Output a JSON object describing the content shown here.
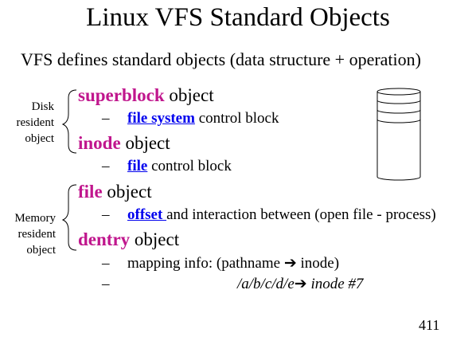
{
  "title": "Linux VFS  Standard Objects",
  "subtitle": "VFS defines standard objects (data structure + operation)",
  "groups": {
    "disk": {
      "line1": "Disk",
      "line2": "resident",
      "line3": "object"
    },
    "memory": {
      "line1": "Memory",
      "line2": "resident",
      "line3": "object"
    }
  },
  "items": {
    "superblock": {
      "keyword": "superblock",
      "suffix": " object",
      "sub_dash": "–",
      "sub_link": "file system",
      "sub_text": " control block"
    },
    "inode": {
      "keyword": "inode",
      "suffix": " object",
      "sub_dash": "–",
      "sub_link": "file",
      "sub_text": " control block"
    },
    "file": {
      "keyword": "file",
      "suffix": " object",
      "sub_dash": "–",
      "sub_link": "offset ",
      "sub_text": "and interaction between (open file - process)"
    },
    "dentry": {
      "keyword": "dentry",
      "suffix": " object",
      "sub1_dash": "–",
      "sub1_text": "mapping info:   (pathname ",
      "sub1_arrow": "➔",
      "sub1_end": "  inode)",
      "sub2_dash": "–",
      "sub2_path": "/a/b/c/d/e",
      "sub2_arrow": "➔",
      "sub2_end": " inode #7"
    }
  },
  "page_number": "411",
  "colors": {
    "keyword": "#c0168d",
    "link": "#0000ee",
    "text": "#000000"
  },
  "icons": {
    "disk": "cylinder-disk-icon"
  }
}
